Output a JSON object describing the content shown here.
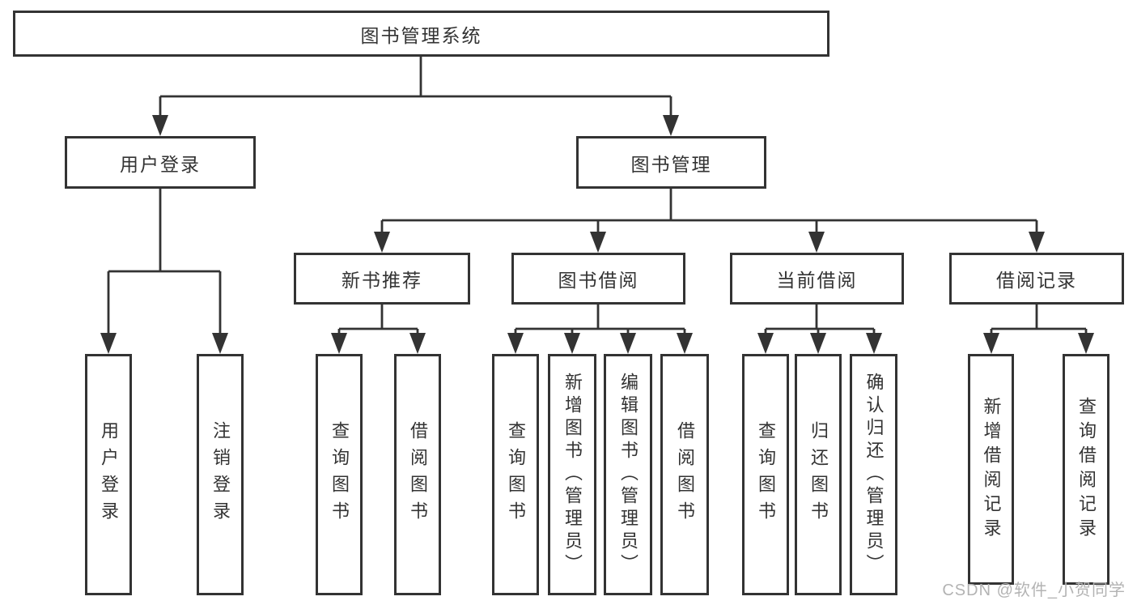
{
  "diagram": {
    "type": "hierarchy-diagram",
    "watermark": "CSDN @软件_小贺同学",
    "colors": {
      "line": "#333333",
      "text": "#333333",
      "box_background": "#ffffff",
      "page_background": "#ffffff",
      "watermark": "#b3b3b3"
    }
  },
  "tree": {
    "root": {
      "label": "图书管理系统",
      "children": [
        {
          "label": "用户登录",
          "children": [
            {
              "label": "用户登录"
            },
            {
              "label": "注销登录"
            }
          ]
        },
        {
          "label": "图书管理",
          "children": [
            {
              "label": "新书推荐",
              "children": [
                {
                  "label": "查询图书"
                },
                {
                  "label": "借阅图书"
                }
              ]
            },
            {
              "label": "图书借阅",
              "children": [
                {
                  "label": "查询图书"
                },
                {
                  "label": "新增图书（管理员）"
                },
                {
                  "label": "编辑图书（管理员）"
                },
                {
                  "label": "借阅图书"
                }
              ]
            },
            {
              "label": "当前借阅",
              "children": [
                {
                  "label": "查询图书"
                },
                {
                  "label": "归还图书"
                },
                {
                  "label": "确认归还（管理员）"
                }
              ]
            },
            {
              "label": "借阅记录",
              "children": [
                {
                  "label": "新增借阅记录"
                },
                {
                  "label": "查询借阅记录"
                }
              ]
            }
          ]
        }
      ]
    }
  }
}
